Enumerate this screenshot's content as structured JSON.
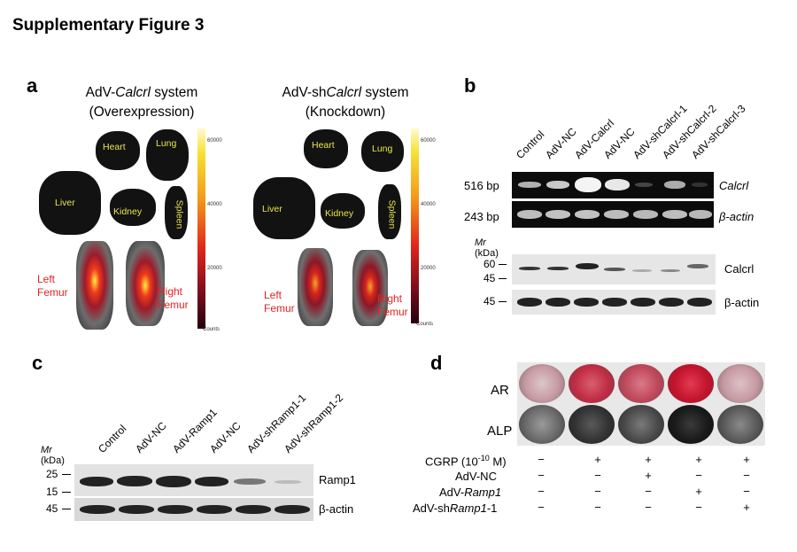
{
  "title": "Supplementary Figure 3",
  "panel_a": {
    "label": "a",
    "left_header": [
      "AdV-",
      "Calcrl",
      " system",
      "(Overexpression)"
    ],
    "right_header": [
      "AdV-sh",
      "Calcrl",
      " system",
      "(Knockdown)"
    ],
    "organs": [
      "Heart",
      "Lung",
      "Liver",
      "Kidney",
      "Spleen"
    ],
    "left_femur": [
      "Left",
      "Femur"
    ],
    "right_femur": [
      "Right",
      "Femur"
    ],
    "scale_ticks": [
      "60000",
      "40000",
      "20000",
      "Counts"
    ]
  },
  "panel_b": {
    "label": "b",
    "lanes": [
      "Control",
      "AdV-NC",
      "AdV-Calcrl",
      "AdV-NC",
      "AdV-shCalcrl-1",
      "AdV-shCalcrl-2",
      "AdV-shCalcrl-3"
    ],
    "pcr_sizes": [
      "516 bp",
      "243 bp"
    ],
    "pcr_genes": [
      "Calcrl",
      "β-actin"
    ],
    "mr": [
      "Mr",
      "(kDa)"
    ],
    "markers": [
      "60",
      "45",
      "45"
    ],
    "proteins": [
      "Calcrl",
      "β-actin"
    ]
  },
  "panel_c": {
    "label": "c",
    "lanes": [
      "Control",
      "AdV-NC",
      "AdV-Ramp1",
      "AdV-NC",
      "AdV-shRamp1-1",
      "AdV-shRamp1-2"
    ],
    "mr": [
      "Mr",
      "(kDa)"
    ],
    "markers": [
      "25",
      "15",
      "45"
    ],
    "proteins": [
      "Ramp1",
      "β-actin"
    ]
  },
  "panel_d": {
    "label": "d",
    "rows": [
      "AR",
      "ALP"
    ],
    "conditions": [
      "CGRP (10",
      "-10",
      " M)",
      "AdV-NC",
      "AdV-",
      "Ramp1",
      "AdV-sh",
      "Ramp1",
      "-1"
    ],
    "signs": [
      [
        "−",
        "+",
        "+",
        "+",
        "+"
      ],
      [
        "−",
        "−",
        "+",
        "−",
        "−"
      ],
      [
        "−",
        "−",
        "−",
        "+",
        "−"
      ],
      [
        "−",
        "−",
        "−",
        "−",
        "+"
      ]
    ]
  }
}
